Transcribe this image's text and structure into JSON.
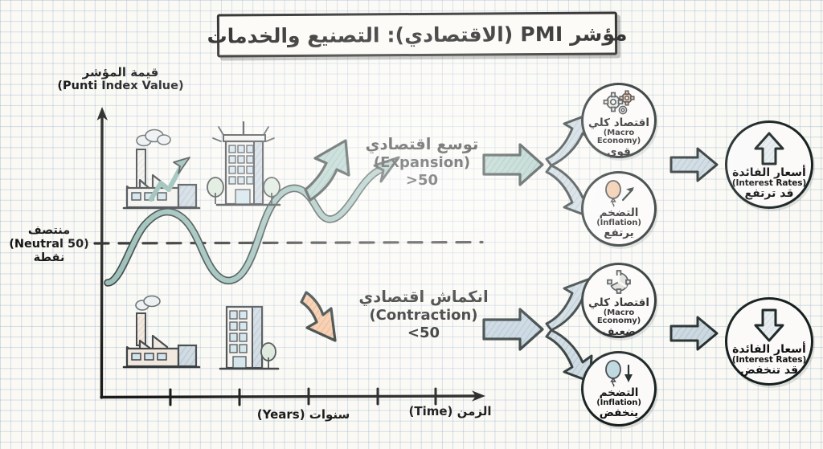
{
  "title": "مؤشر PMI (الاقتصادي): التصنيع والخدمات",
  "axes": {
    "y_label_ar": "قيمة المؤشر",
    "y_label_en": "(Punti Index Value)",
    "x_label_years": "سنوات (Years)",
    "x_label_time": "الزمن (Time)",
    "neutral_line_1": "منتصف",
    "neutral_line_2": "(Neutral 50)",
    "neutral_line_3": "نقطة"
  },
  "regions": {
    "expansion": {
      "ar": "توسع اقتصادي",
      "en": "(Expansion)",
      "value": ">50"
    },
    "contraction": {
      "ar": "انكماش اقتصادي",
      "en": "(Contraction)",
      "value": "<50"
    }
  },
  "nodes": {
    "macro_strong": {
      "ar": "اقتصاد كلي",
      "en": "(Macro Economy)",
      "state": "قوي",
      "icon": "gears-icon"
    },
    "inflation_up": {
      "ar": "التضخم",
      "en": "(Inflation)",
      "state": "يرتفع",
      "icon": "balloon-up-icon"
    },
    "macro_weak": {
      "ar": "اقتصاد كلي",
      "en": "(Macro Economy)",
      "state": "ضعيف",
      "icon": "broken-gear-icon"
    },
    "inflation_down": {
      "ar": "التضخم",
      "en": "(Inflation)",
      "state": "ينخفض",
      "icon": "balloon-down-icon"
    },
    "rates_up": {
      "ar": "أسعار الفائدة",
      "en": "(Interest Rates)",
      "state": "قد ترتفع",
      "icon": "arrow-up-icon"
    },
    "rates_down": {
      "ar": "أسعار الفائدة",
      "en": "(Interest Rates)",
      "state": "قد تنخفض",
      "icon": "arrow-down-icon"
    }
  },
  "colors": {
    "teal": "#8fb8b0",
    "teal_dark": "#6f9d95",
    "orange": "#f0b58a",
    "blue_gray": "#b6c6d4",
    "gray_arrow": "#b9c6cd",
    "ink": "#1b2322",
    "paper": "#faf9f4",
    "grid": "#96afc8"
  },
  "chart_data": {
    "type": "line",
    "title": "مؤشر PMI (الاقتصادي): التصنيع والخدمات",
    "xlabel": "الزمن (Time) / سنوات (Years)",
    "ylabel": "قيمة المؤشر (Punti Index Value)",
    "reference_line": {
      "value": 50,
      "label": "منتصف (Neutral 50) نقطة",
      "style": "dashed"
    },
    "grid": true,
    "legend": "none",
    "ylim": [
      30,
      75
    ],
    "xlim": [
      0,
      10
    ],
    "x_ticks": [
      1.6,
      3.2,
      4.8,
      6.4,
      8.0
    ],
    "series": [
      {
        "name": "PMI",
        "color": "#8fb8b0",
        "x": [
          0.0,
          0.6,
          1.3,
          2.0,
          2.7,
          3.4,
          4.1,
          4.8,
          5.4,
          6.0,
          6.6,
          7.2,
          7.8,
          8.6,
          9.4
        ],
        "y": [
          41,
          46,
          53,
          57,
          53,
          45,
          39,
          38,
          43,
          52,
          61,
          66,
          63,
          66,
          72
        ]
      }
    ],
    "annotations": [
      {
        "text": "توسع اقتصادي (Expansion) >50",
        "region": "above 50"
      },
      {
        "text": "انكماش اقتصادي (Contraction) <50",
        "region": "below 50"
      }
    ]
  }
}
